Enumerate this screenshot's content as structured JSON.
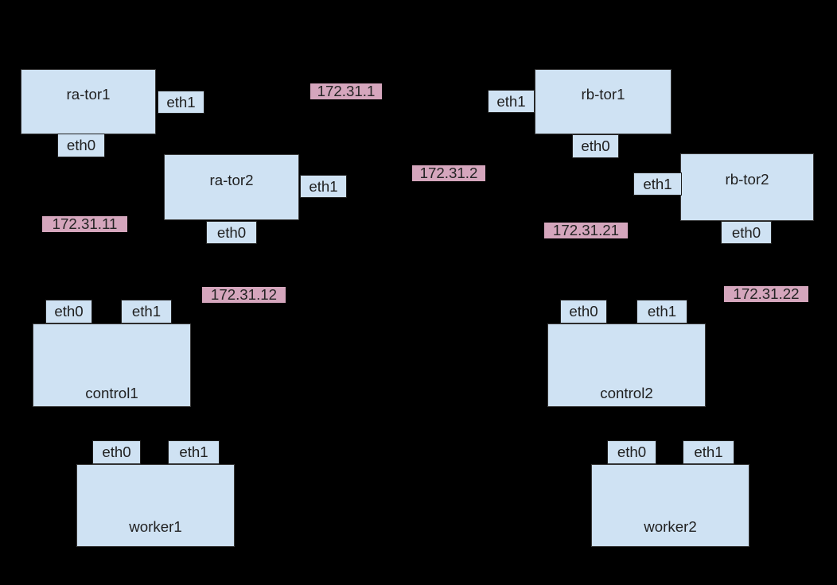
{
  "diagram": {
    "type": "network-topology",
    "colors": {
      "background": "#000000",
      "node_fill": "#cfe2f3",
      "node_border": "#3a3a3a",
      "eth_border": "#202020",
      "ip_fill": "#d5a6bd",
      "text": "#1f1f1f"
    },
    "nodes": [
      {
        "name": "ra-tor1",
        "interfaces": [
          "eth1",
          "eth0"
        ]
      },
      {
        "name": "ra-tor2",
        "interfaces": [
          "eth1",
          "eth0"
        ]
      },
      {
        "name": "rb-tor1",
        "interfaces": [
          "eth1",
          "eth0"
        ]
      },
      {
        "name": "rb-tor2",
        "interfaces": [
          "eth1",
          "eth0"
        ]
      },
      {
        "name": "control1",
        "interfaces": [
          "eth0",
          "eth1"
        ]
      },
      {
        "name": "control2",
        "interfaces": [
          "eth0",
          "eth1"
        ]
      },
      {
        "name": "worker1",
        "interfaces": [
          "eth0",
          "eth1"
        ]
      },
      {
        "name": "worker2",
        "interfaces": [
          "eth0",
          "eth1"
        ]
      }
    ],
    "ip_labels": [
      "172.31.1",
      "172.31.2",
      "172.31.11",
      "172.31.12",
      "172.31.21",
      "172.31.22"
    ]
  }
}
